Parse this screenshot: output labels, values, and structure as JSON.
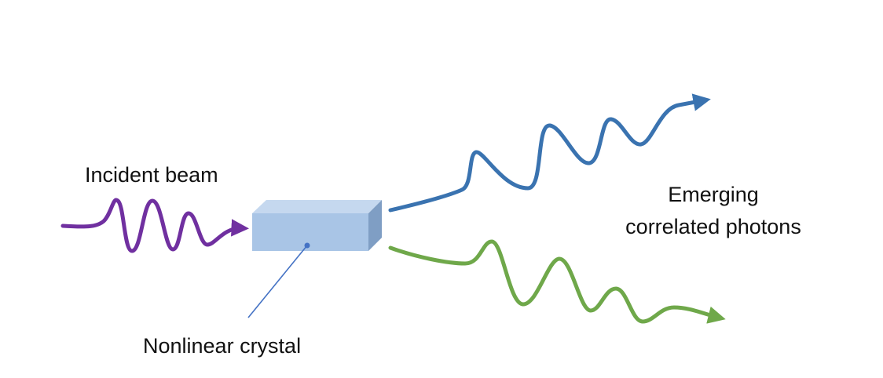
{
  "diagram": {
    "labels": {
      "incident_beam": "Incident beam",
      "nonlinear_crystal": "Nonlinear crystal",
      "emerging_line1": "Emerging",
      "emerging_line2": "correlated photons"
    },
    "colors": {
      "incident_wave": "#7030A0",
      "upper_photon": "#3A73B0",
      "lower_photon": "#6FA84A",
      "crystal_front": "#A9C5E6",
      "crystal_top": "#C5D8EF",
      "crystal_side": "#7F9EC4",
      "pointer_line": "#4472C4"
    }
  }
}
